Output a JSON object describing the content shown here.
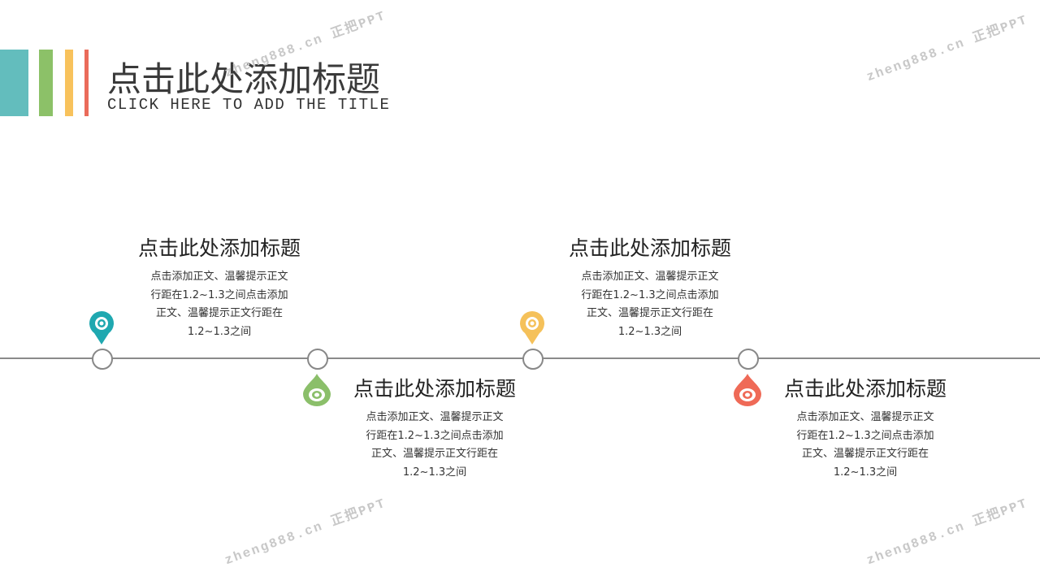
{
  "header": {
    "title": "点击此处添加标题",
    "subtitle": "CLICK HERE TO ADD THE TITLE"
  },
  "colors": {
    "teal": "#63bdbd",
    "green": "#8cc168",
    "yellow": "#f8c25c",
    "red": "#ea6b5a",
    "pin_teal": "#1fa8b0",
    "pin_yellow": "#f5c15a",
    "pin_green": "#8bbf6a",
    "pin_red": "#ef6a57"
  },
  "watermark": "zheng888.cn 正把PPT",
  "items": [
    {
      "title": "点击此处添加标题",
      "body": "点击添加正文、温馨提示正文行距在1.2~1.3之间点击添加正文、温馨提示正文行距在1.2~1.3之间"
    },
    {
      "title": "点击此处添加标题",
      "body": "点击添加正文、温馨提示正文行距在1.2~1.3之间点击添加正文、温馨提示正文行距在1.2~1.3之间"
    },
    {
      "title": "点击此处添加标题",
      "body": "点击添加正文、温馨提示正文行距在1.2~1.3之间点击添加正文、温馨提示正文行距在1.2~1.3之间"
    },
    {
      "title": "点击此处添加标题",
      "body": "点击添加正文、温馨提示正文行距在1.2~1.3之间点击添加正文、温馨提示正文行距在1.2~1.3之间"
    }
  ]
}
